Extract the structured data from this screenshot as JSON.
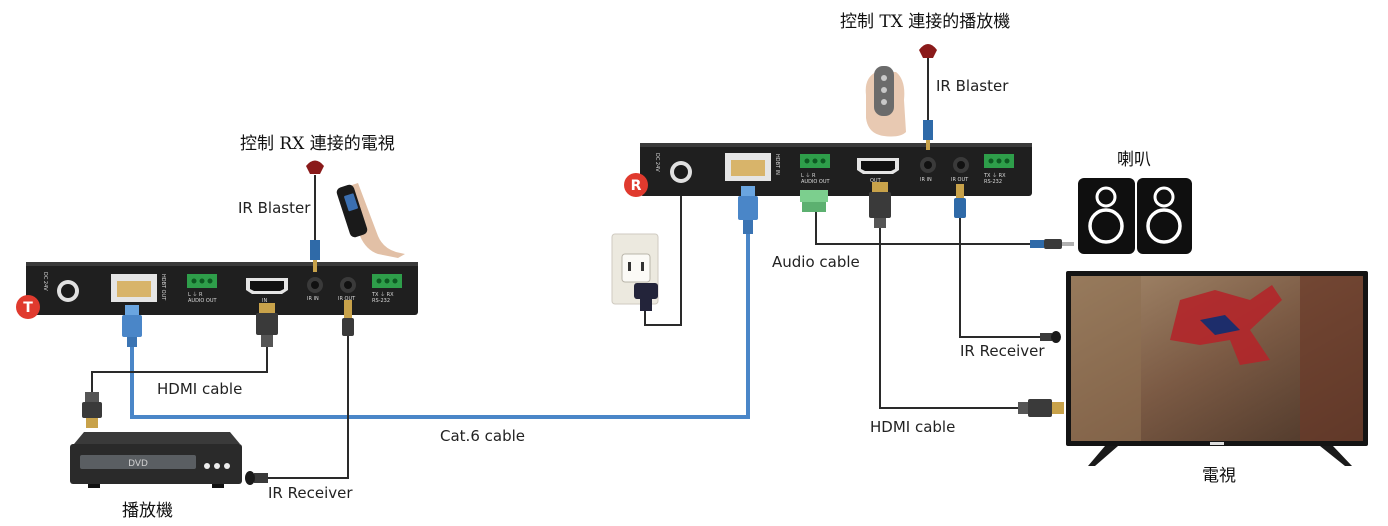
{
  "tx": {
    "badge": "T",
    "dc_label": "DC 24V",
    "ports": {
      "hdbt": "HDBT OUT",
      "audio": "L ⏚ R\nAUDIO OUT",
      "in": "IN",
      "ir_in": "IR IN",
      "ir_out": "IR OUT",
      "rs232": "TX ⏚ RX\nRS-232"
    },
    "control_caption": "控制 RX 連接的電視",
    "ir_blaster": "IR Blaster",
    "hdmi_cable": "HDMI cable",
    "ir_receiver": "IR Receiver",
    "player_caption": "播放機",
    "dvd_label": "DVD"
  },
  "rx": {
    "badge": "R",
    "dc_label": "DC 24V",
    "ports": {
      "hdbt": "HDBT IN",
      "audio": "L ⏚ R\nAUDIO OUT",
      "out": "OUT",
      "ir_in": "IR IN",
      "ir_out": "IR OUT",
      "rs232": "TX ⏚ RX\nRS-232"
    },
    "control_caption": "控制 TX 連接的播放機",
    "ir_blaster": "IR Blaster",
    "audio_cable": "Audio cable",
    "ir_receiver": "IR Receiver",
    "hdmi_cable": "HDMI cable",
    "speaker_caption": "喇叭",
    "tv_caption": "電視"
  },
  "link": {
    "cat6": "Cat.6 cable"
  },
  "colors": {
    "cat6": "#4a86c8",
    "device": "#1f1f1f",
    "badge": "#e03a2e",
    "terminal": "#2e9e4a"
  }
}
